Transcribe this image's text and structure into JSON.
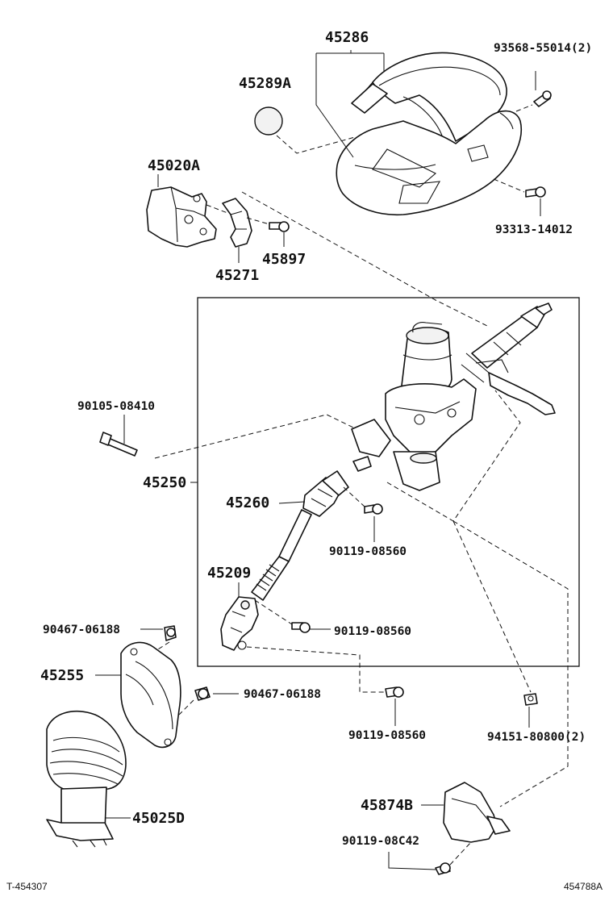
{
  "parts": {
    "p45286": "45286",
    "p45289A": "45289A",
    "p93568": "93568-55014(2)",
    "p93313": "93313-14012",
    "p45020A": "45020A",
    "p45897": "45897",
    "p45271": "45271",
    "p90105": "90105-08410",
    "p45250": "45250",
    "p45260": "45260",
    "p90119_a": "90119-08560",
    "p45209": "45209",
    "p90467_a": "90467-06188",
    "p90119_b": "90119-08560",
    "p45255": "45255",
    "p90467_b": "90467-06188",
    "p90119_c": "90119-08560",
    "p94151": "94151-80800(2)",
    "p45025D": "45025D",
    "p45874B": "45874B",
    "p90119_d": "90119-08C42"
  },
  "footer": {
    "left_ref": "T-454307",
    "right_ref": "454788A"
  }
}
